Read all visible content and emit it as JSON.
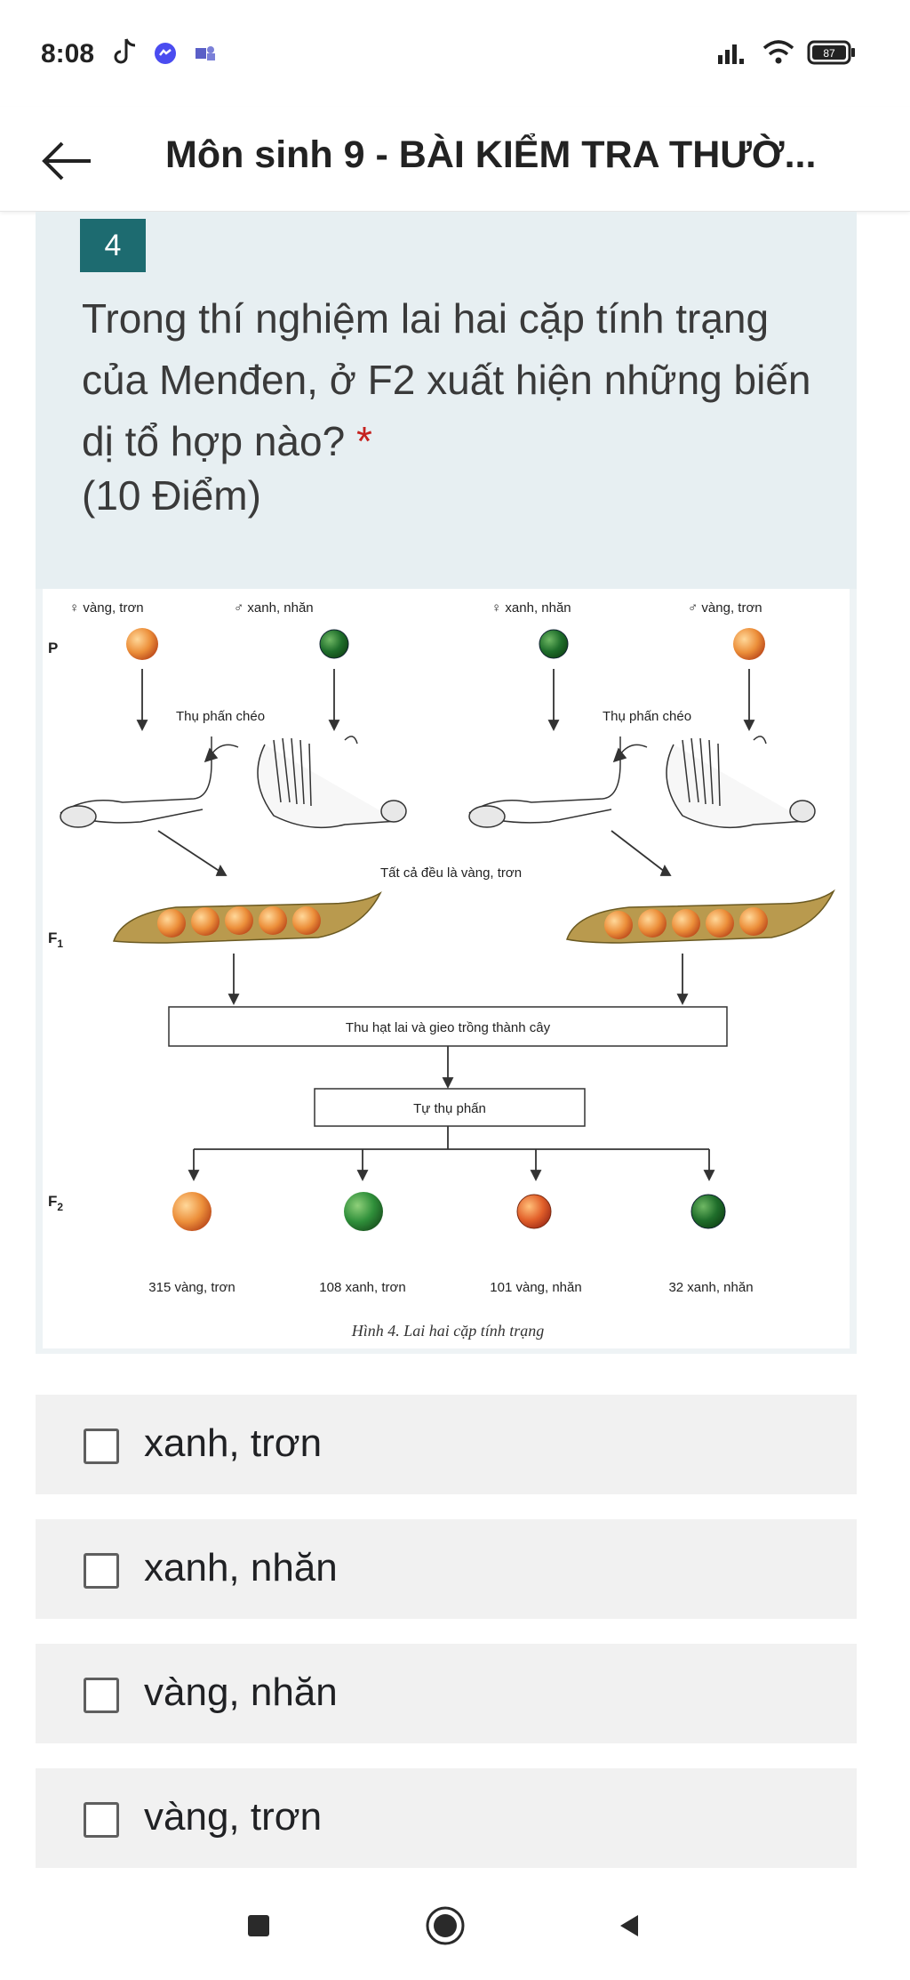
{
  "status_bar": {
    "time": "8:08",
    "icons": [
      "tiktok-icon",
      "messenger-icon",
      "teams-icon",
      "signal-icon",
      "wifi-icon",
      "battery-icon"
    ],
    "battery_level": "87"
  },
  "header": {
    "back_icon": "arrow-left-icon",
    "title": "Môn sinh 9 - BÀI KIỂM TRA THƯỜ..."
  },
  "question": {
    "number": "4",
    "text": "Trong thí nghiệm lai hai cặp tính trạng của Menđen, ở F2 xuất hiện những biến dị tổ hợp nào?",
    "required_mark": "*",
    "points": "(10 Điểm)"
  },
  "figure": {
    "gen_p": "P",
    "gen_f1": "F",
    "gen_f1_sub": "1",
    "gen_f2": "F",
    "gen_f2_sub": "2",
    "p_labels": [
      "♀ vàng, trơn",
      "♂ xanh, nhăn",
      "♀ xanh, nhăn",
      "♂ vàng, trơn"
    ],
    "cross_label_left": "Thụ phấn chéo",
    "cross_label_right": "Thụ phấn chéo",
    "f1_note": "Tất cả đều là vàng, trơn",
    "box1": "Thu hạt lai và gieo trồng thành cây",
    "box2": "Tự thụ phấn",
    "f2_labels": [
      "315 vàng, trơn",
      "108 xanh, trơn",
      "101 vàng, nhăn",
      "32 xanh, nhăn"
    ],
    "caption": "Hình 4. Lai hai cặp tính trạng",
    "colors": {
      "yellow_pea": "#f0a14a",
      "green_pea": "#2f8f3a",
      "pod": "#b99a4e"
    }
  },
  "options": [
    {
      "label": "xanh, trơn"
    },
    {
      "label": "xanh, nhăn"
    },
    {
      "label": "vàng, nhăn"
    },
    {
      "label": "vàng, trơn"
    }
  ],
  "nav_bar": {
    "icons": [
      "recents-icon",
      "home-icon",
      "back-icon"
    ]
  }
}
